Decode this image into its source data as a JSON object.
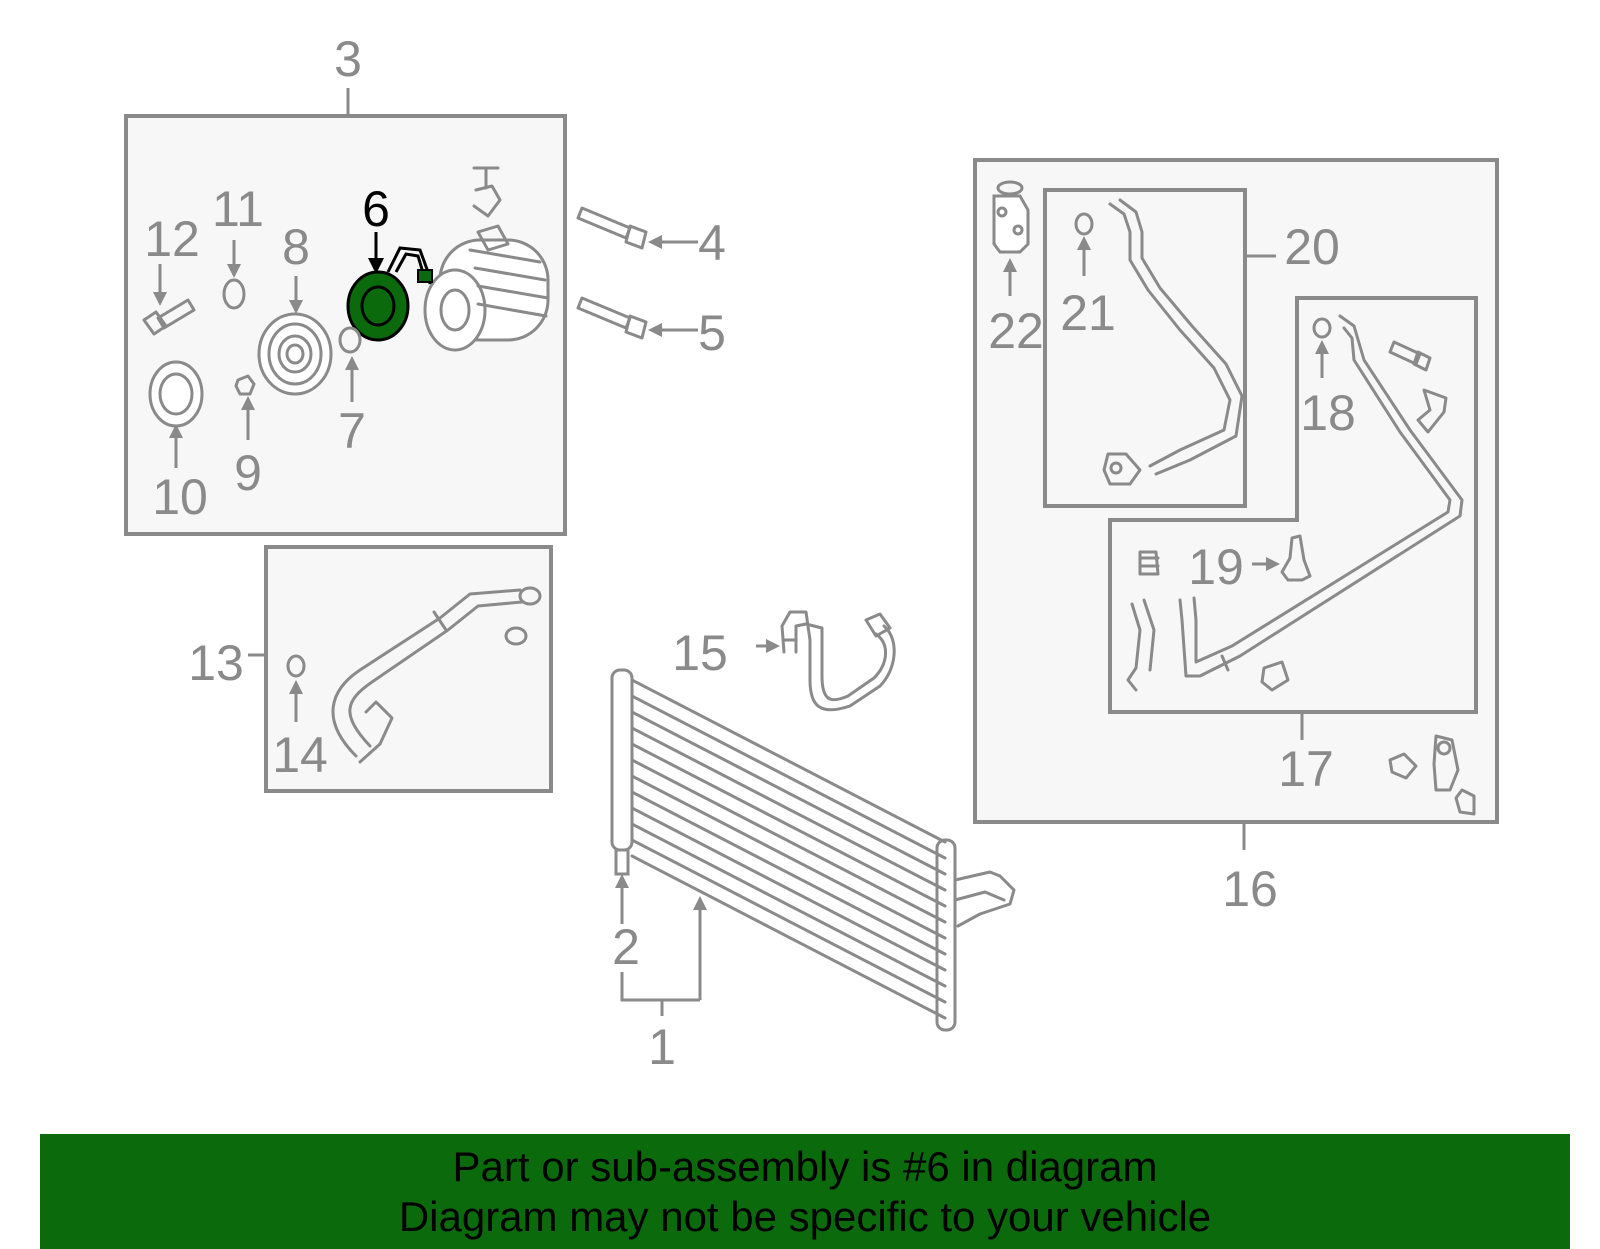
{
  "diagram": {
    "callouts": [
      {
        "id": "1",
        "text": "1"
      },
      {
        "id": "2",
        "text": "2"
      },
      {
        "id": "3",
        "text": "3"
      },
      {
        "id": "4",
        "text": "4"
      },
      {
        "id": "5",
        "text": "5"
      },
      {
        "id": "6",
        "text": "6",
        "highlighted": true
      },
      {
        "id": "7",
        "text": "7"
      },
      {
        "id": "8",
        "text": "8"
      },
      {
        "id": "9",
        "text": "9"
      },
      {
        "id": "10",
        "text": "10"
      },
      {
        "id": "11",
        "text": "11"
      },
      {
        "id": "12",
        "text": "12"
      },
      {
        "id": "13",
        "text": "13"
      },
      {
        "id": "14",
        "text": "14"
      },
      {
        "id": "15",
        "text": "15"
      },
      {
        "id": "16",
        "text": "16"
      },
      {
        "id": "17",
        "text": "17"
      },
      {
        "id": "18",
        "text": "18"
      },
      {
        "id": "19",
        "text": "19"
      },
      {
        "id": "20",
        "text": "20"
      },
      {
        "id": "21",
        "text": "21"
      },
      {
        "id": "22",
        "text": "22"
      }
    ],
    "highlight_color": "#0b6a0b",
    "line_color": "#8a8a8a"
  },
  "banner": {
    "line1": "Part or sub-assembly is #6 in diagram",
    "line2": "Diagram may not be specific to your vehicle",
    "background": "#0b6a0b"
  }
}
